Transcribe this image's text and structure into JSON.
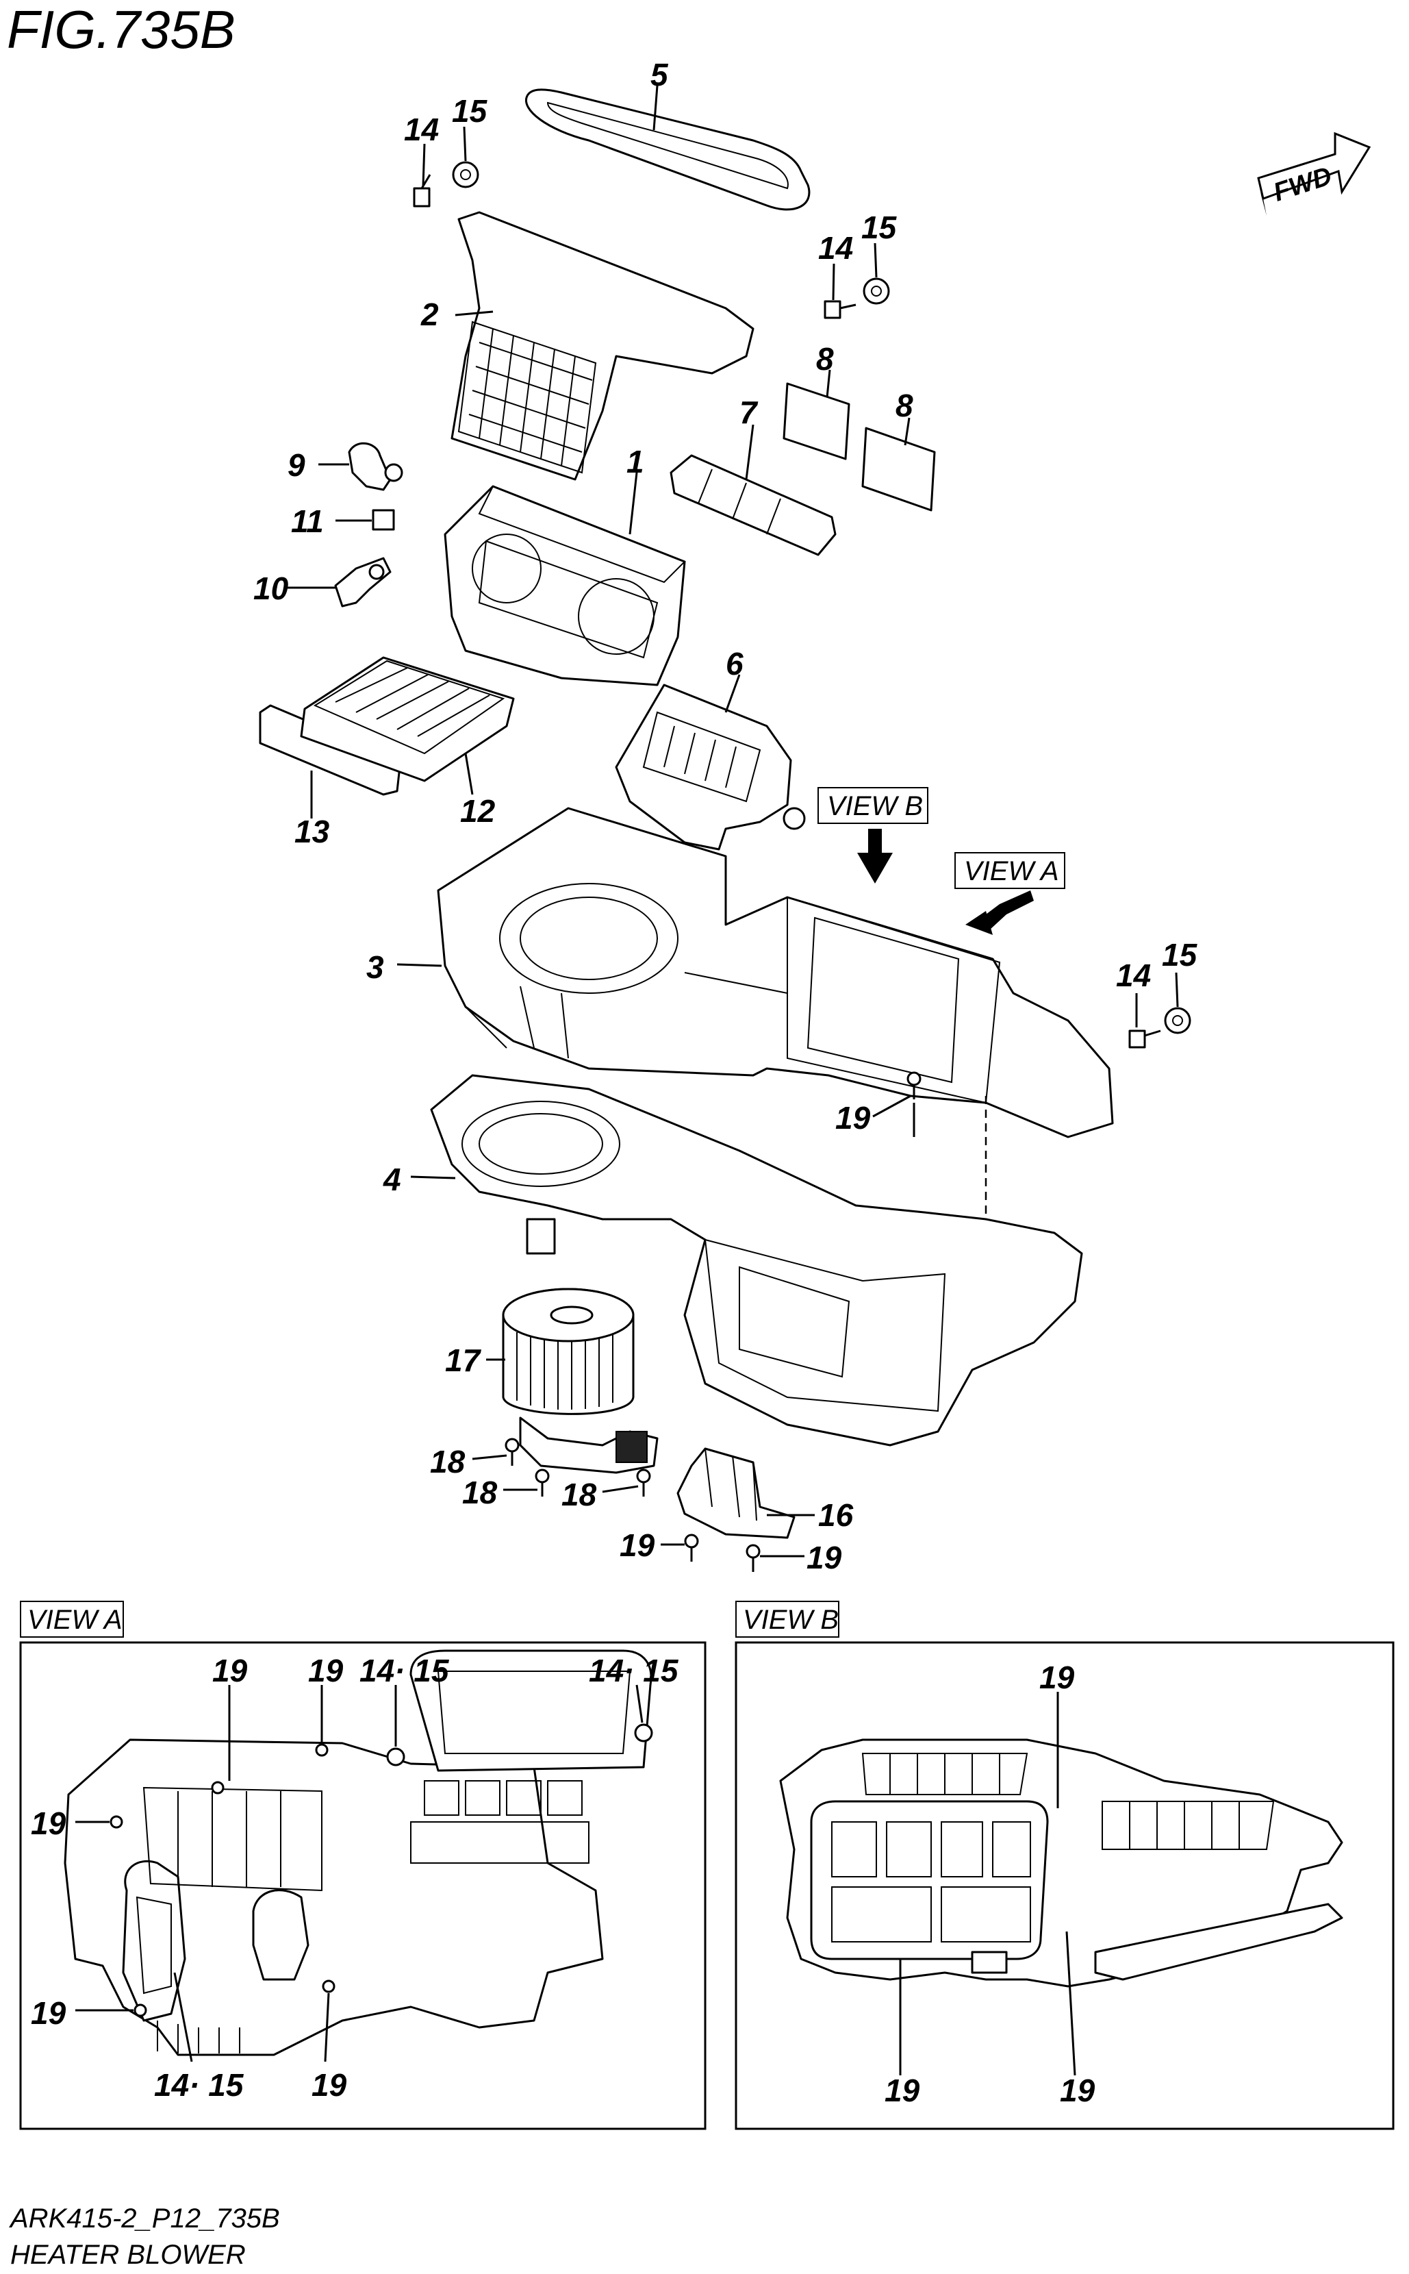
{
  "figure": {
    "title": "FIG.735B",
    "fwd_label": "FWD",
    "view_b_callout": "VIEW B",
    "view_a_callout": "VIEW A"
  },
  "callouts": {
    "c1": "1",
    "c2": "2",
    "c3": "3",
    "c4": "4",
    "c5": "5",
    "c6": "6",
    "c7": "7",
    "c8a": "8",
    "c8b": "8",
    "c9": "9",
    "c10": "10",
    "c11": "11",
    "c12": "12",
    "c13": "13",
    "c14a": "14",
    "c15a": "15",
    "c14b": "14",
    "c15b": "15",
    "c14c": "14",
    "c15c": "15",
    "c16": "16",
    "c17": "17",
    "c18a": "18",
    "c18b": "18",
    "c18c": "18",
    "c19a": "19",
    "c19b": "19",
    "c19c": "19"
  },
  "view_a": {
    "title": "VIEW A",
    "labels": {
      "t1": "19",
      "t2": "19",
      "t3": "14· 15",
      "t4": "14· 15",
      "l1": "19",
      "l2": "19",
      "b1": "14· 15",
      "b2": "19"
    }
  },
  "view_b": {
    "title": "VIEW B",
    "labels": {
      "t1": "19",
      "b1": "19",
      "b2": "19"
    }
  },
  "footer": {
    "code": "ARK415-2_P12_735B",
    "name": "HEATER BLOWER"
  }
}
